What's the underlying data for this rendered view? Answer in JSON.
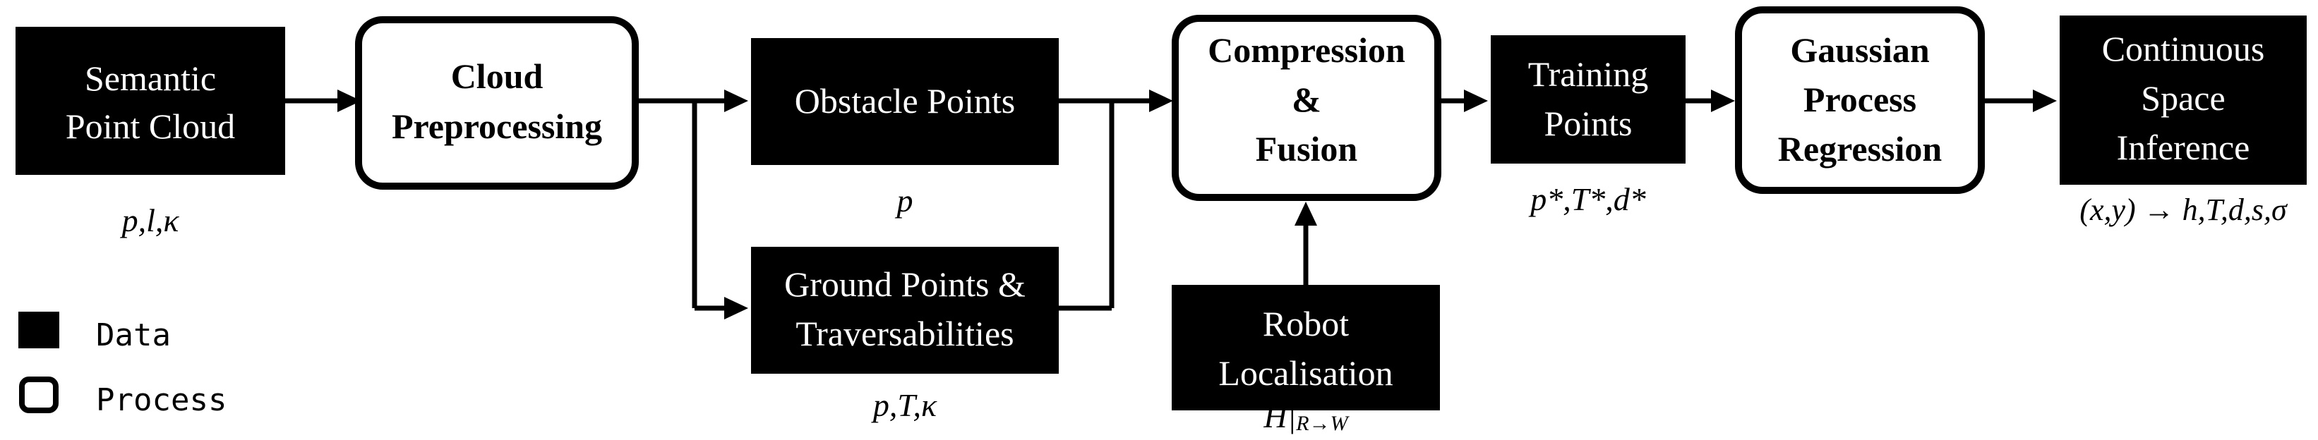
{
  "nodes": {
    "semantic_point_cloud": {
      "line1": "Semantic",
      "line2": "Point Cloud",
      "kind": "data"
    },
    "cloud_preprocessing": {
      "line1": "Cloud",
      "line2": "Preprocessing",
      "kind": "process"
    },
    "obstacle_points": {
      "line1": "Obstacle Points",
      "kind": "data"
    },
    "ground_points": {
      "line1": "Ground Points &",
      "line2": "Traversabilities",
      "kind": "data"
    },
    "compression_fusion": {
      "line1": "Compression",
      "line2": "&",
      "line3": "Fusion",
      "kind": "process"
    },
    "robot_localisation": {
      "line1": "Robot",
      "line2": "Localisation",
      "kind": "data"
    },
    "training_points": {
      "line1": "Training",
      "line2": "Points",
      "kind": "data"
    },
    "gpr": {
      "line1": "Gaussian",
      "line2": "Process",
      "line3": "Regression",
      "kind": "process"
    },
    "continuous_space": {
      "line1": "Continuous",
      "line2": "Space",
      "line3": "Inference",
      "kind": "data"
    }
  },
  "annotations": {
    "semantic_point_cloud": "p,l,κ",
    "obstacle_points": "p",
    "ground_points": "p,T,κ",
    "robot_localisation_main": "H|",
    "robot_localisation_sub": "R→W",
    "training_points": "p*,T*,d*",
    "continuous_space": "(x,y) → h,T,d,s,σ"
  },
  "legend": {
    "data_label": "Data",
    "process_label": "Process"
  },
  "colors": {
    "data_fill": "#000000",
    "data_text": "#ffffff",
    "process_fill": "#ffffff",
    "process_text": "#000000",
    "line": "#000000"
  }
}
